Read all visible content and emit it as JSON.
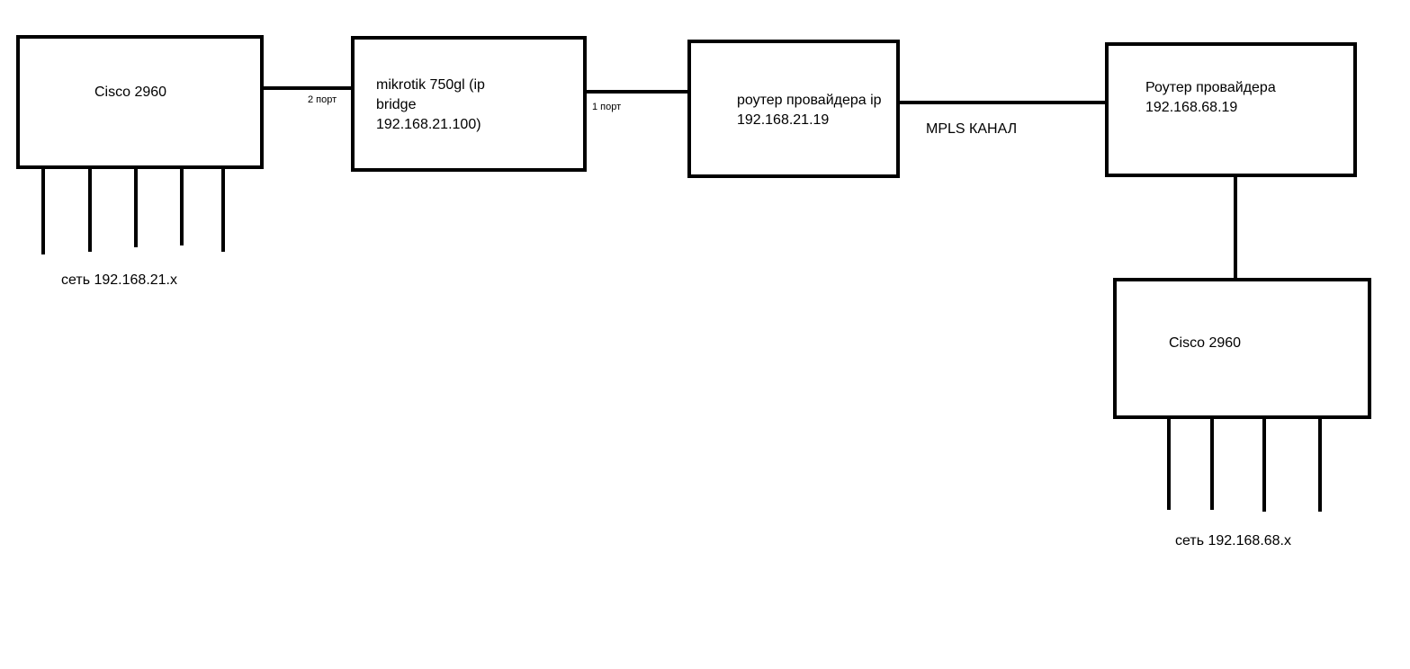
{
  "devices": {
    "cisco_left": "Cisco 2960",
    "mikrotik": "mikrotik 750gl (ip\nbridge\n192.168.21.100)",
    "provider_router_left": "роутер провайдера ip\n192.168.21.19",
    "provider_router_right": "Роутер провайдера\n192.168.68.19",
    "cisco_right": "Cisco 2960"
  },
  "links": {
    "port2": "2 порт",
    "port1": "1 порт",
    "mpls": "MPLS КАНАЛ"
  },
  "networks": {
    "left": "сеть 192.168.21.x",
    "right": "сеть 192.168.68.x"
  }
}
